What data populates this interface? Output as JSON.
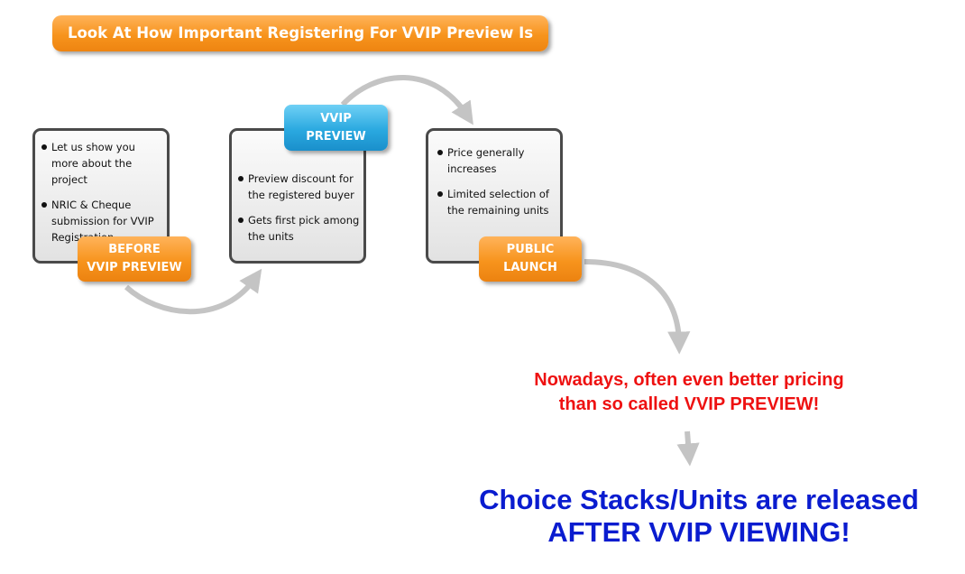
{
  "title": "Look At How Important Registering For VVIP Preview Is",
  "stages": [
    {
      "badge_lines": [
        "BEFORE",
        "VVIP PREVIEW"
      ],
      "badge_color": "#f7941d",
      "bullets": [
        "Let us show you more about the project",
        "NRIC & Cheque submission for VVIP Registration"
      ]
    },
    {
      "badge_lines": [
        "VVIP",
        "PREVIEW"
      ],
      "badge_color": "#2aa9e0",
      "bullets": [
        "Preview discount for the registered buyer",
        "Gets first pick among the units"
      ]
    },
    {
      "badge_lines": [
        "PUBLIC",
        "LAUNCH"
      ],
      "badge_color": "#f7941d",
      "bullets": [
        "Price generally increases",
        "Limited selection of the remaining units"
      ]
    }
  ],
  "note_red": [
    "Nowadays, often even better pricing",
    "than so called VVIP PREVIEW!"
  ],
  "note_blue": [
    "Choice Stacks/Units are released",
    "AFTER VVIP VIEWING!"
  ],
  "colors": {
    "arrow": "#c4c4c4",
    "red_text": "#ee1111",
    "blue_text": "#0a1ccf",
    "card_border": "#4a4a4a"
  }
}
